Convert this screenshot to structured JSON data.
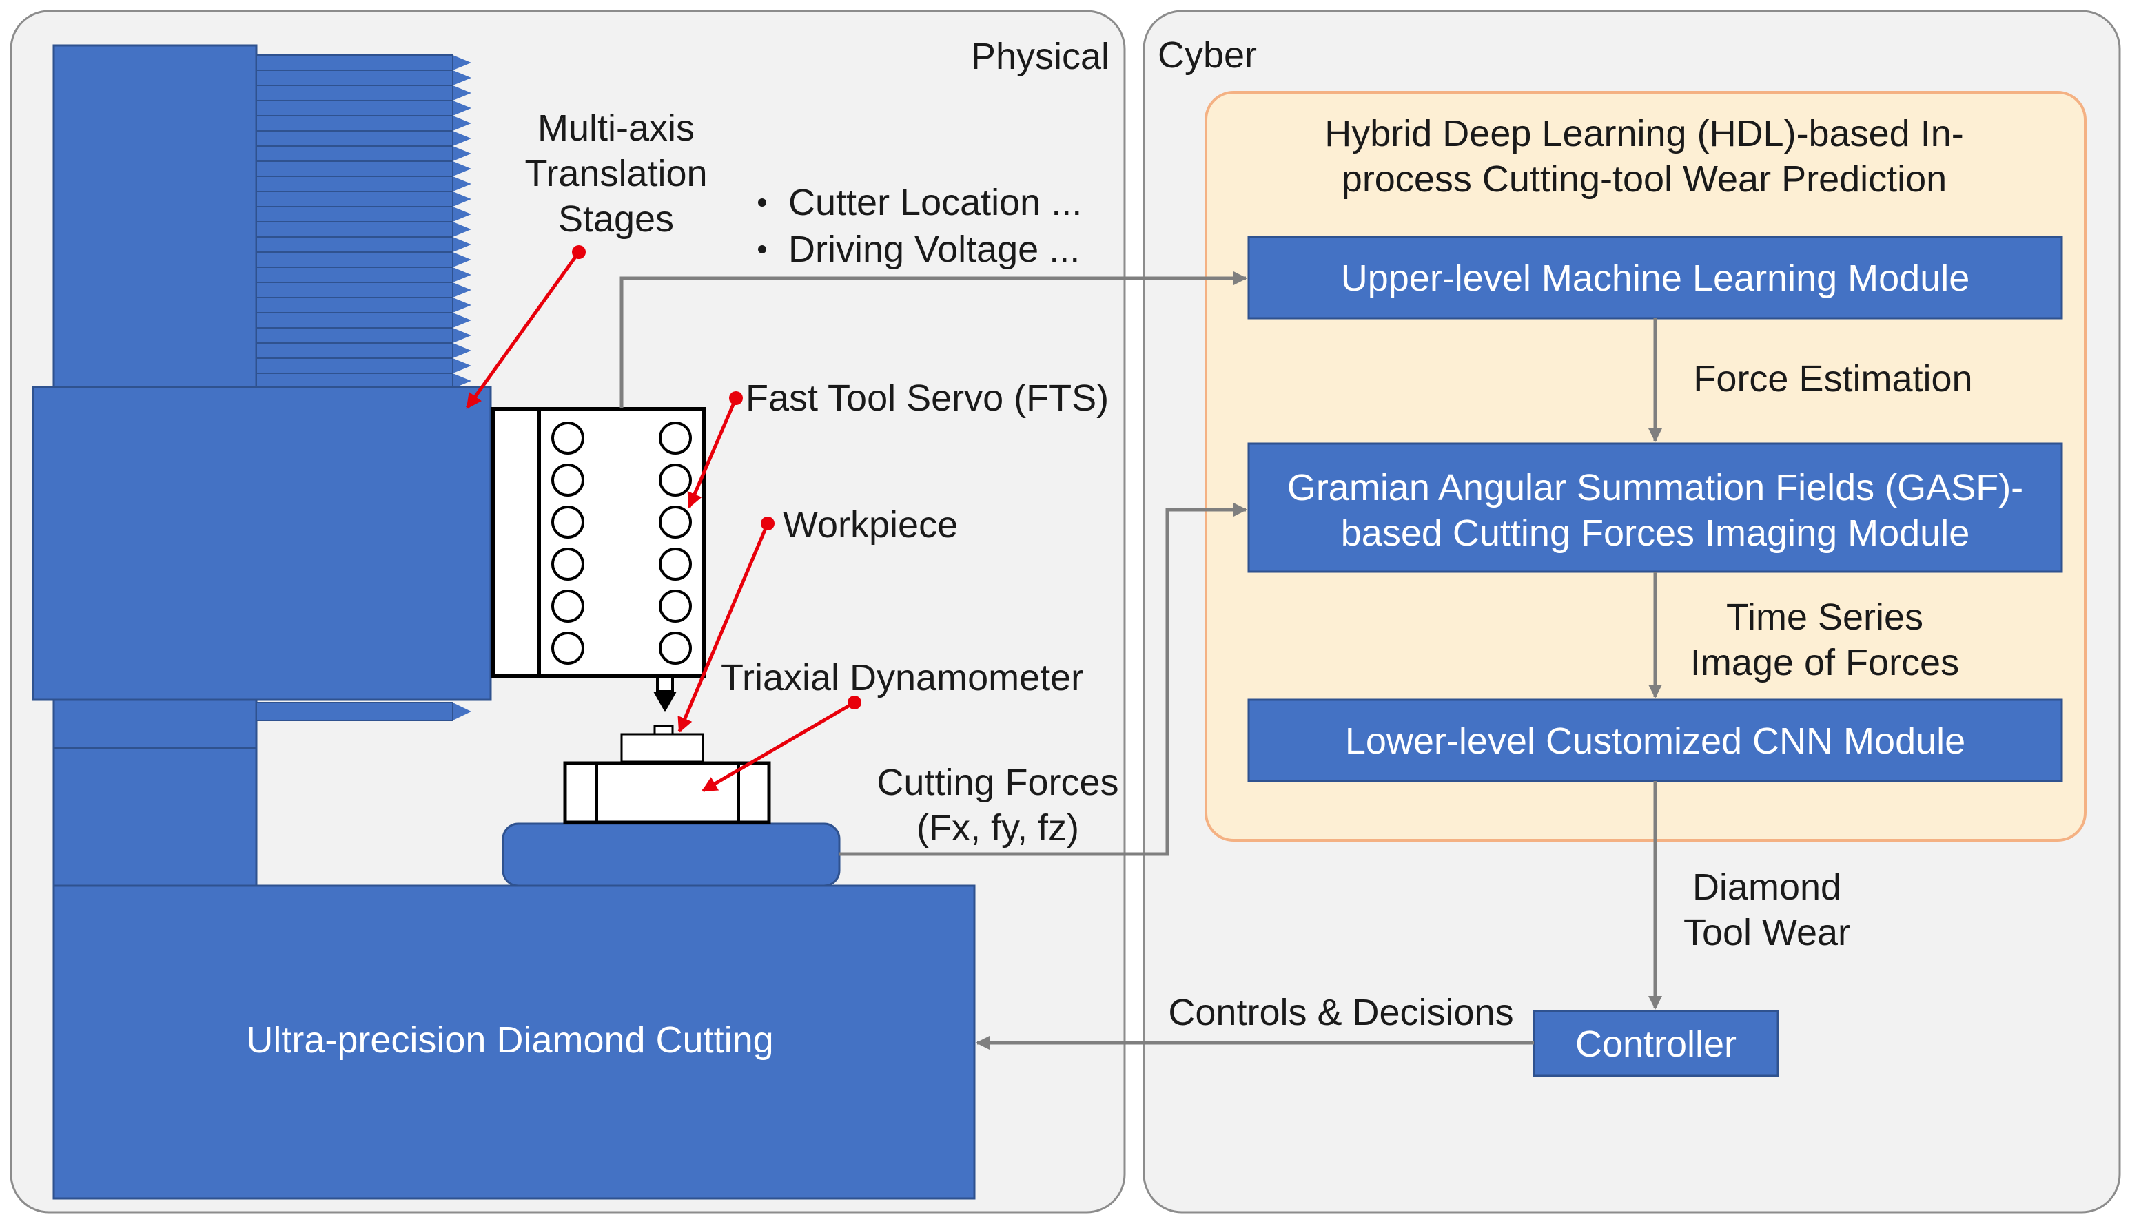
{
  "panels": {
    "physical": "Physical",
    "cyber": "Cyber"
  },
  "hdl": {
    "title_line1": "Hybrid Deep Learning (HDL)-based In-",
    "title_line2": "process Cutting-tool Wear Prediction"
  },
  "modules": {
    "upper": "Upper-level Machine Learning Module",
    "gasf_line1": "Gramian Angular Summation Fields (GASF)-",
    "gasf_line2": "based Cutting Forces Imaging Module",
    "lower": "Lower-level Customized CNN Module",
    "controller": "Controller"
  },
  "flow_labels": {
    "force_estimation": "Force Estimation",
    "time_series_line1": "Time Series",
    "time_series_line2": "Image of Forces",
    "diamond_line1": "Diamond",
    "diamond_line2": "Tool Wear",
    "controls": "Controls & Decisions"
  },
  "physical_labels": {
    "stages_line1": "Multi-axis",
    "stages_line2": "Translation",
    "stages_line3": "Stages",
    "bullet1": "Cutter Location ...",
    "bullet2": "Driving Voltage ...",
    "fts": "Fast Tool Servo (FTS)",
    "workpiece": "Workpiece",
    "dynamometer": "Triaxial Dynamometer",
    "forces_line1": "Cutting Forces",
    "forces_line2": "(Fx,  fy,  fz)",
    "machine": "Ultra-precision Diamond Cutting"
  },
  "colors": {
    "machine_blue": "#4472c4",
    "panel_bg": "#f2f2f2",
    "hdl_bg": "#fdefd4",
    "hdl_border": "#f4b183",
    "arrow_gray": "#7f7f7f",
    "pointer_red": "#e8000b"
  }
}
